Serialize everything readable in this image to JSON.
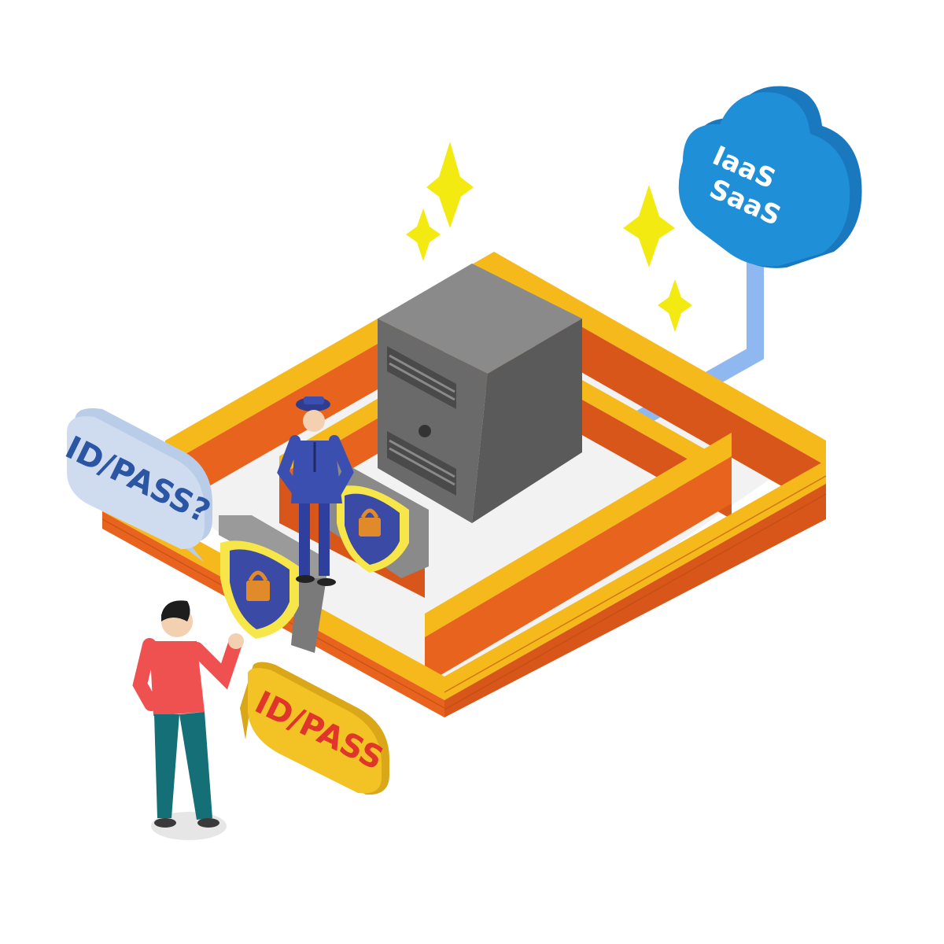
{
  "bubbles": {
    "guard_question": "ID/PASS?",
    "user_answer": "ID/PASS"
  },
  "cloud": {
    "line1": "IaaS",
    "line2": "SaaS"
  },
  "colors": {
    "brick": "#e8641e",
    "brick_top": "#f5b91c",
    "server": "#6a6a6a",
    "cloud": "#1f8fd8",
    "pipe": "#8fb8f0",
    "sparkle": "#f3ea12",
    "guard_uniform": "#3a4fb0",
    "user_shirt": "#ef5150",
    "user_pants": "#146f77",
    "shield": "#f6e64a"
  }
}
